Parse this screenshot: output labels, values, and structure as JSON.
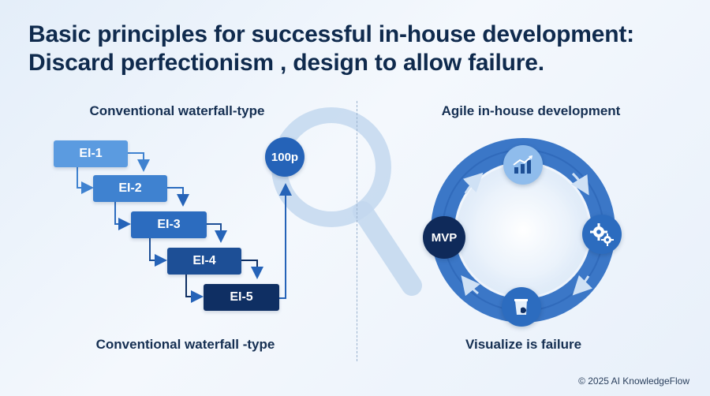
{
  "title": {
    "line1": "Basic principles for successful in-house development:",
    "line2": "Discard perfectionism , design to allow failure."
  },
  "left": {
    "heading": "Conventional waterfall-type",
    "caption": "Conventional waterfall -type",
    "steps": [
      "EI-1",
      "EI-2",
      "EI-3",
      "EI-4",
      "EI-5"
    ],
    "target_badge": "100p"
  },
  "right": {
    "heading": "Agile in-house development",
    "caption": "Visualize is failure",
    "start_node": "MVP",
    "cycle_icons": [
      "chart-icon",
      "gears-icon",
      "trash-icon"
    ]
  },
  "footer": {
    "copyright": "© 2025 AI KnowledgeFlow"
  },
  "colors": {
    "step_shades": [
      "#5b9be0",
      "#3f82d0",
      "#2c6cbf",
      "#1d4f96",
      "#0f2f63"
    ],
    "accent": "#2563b8",
    "navy": "#0f2a4d",
    "ring": "#3b77c7"
  }
}
